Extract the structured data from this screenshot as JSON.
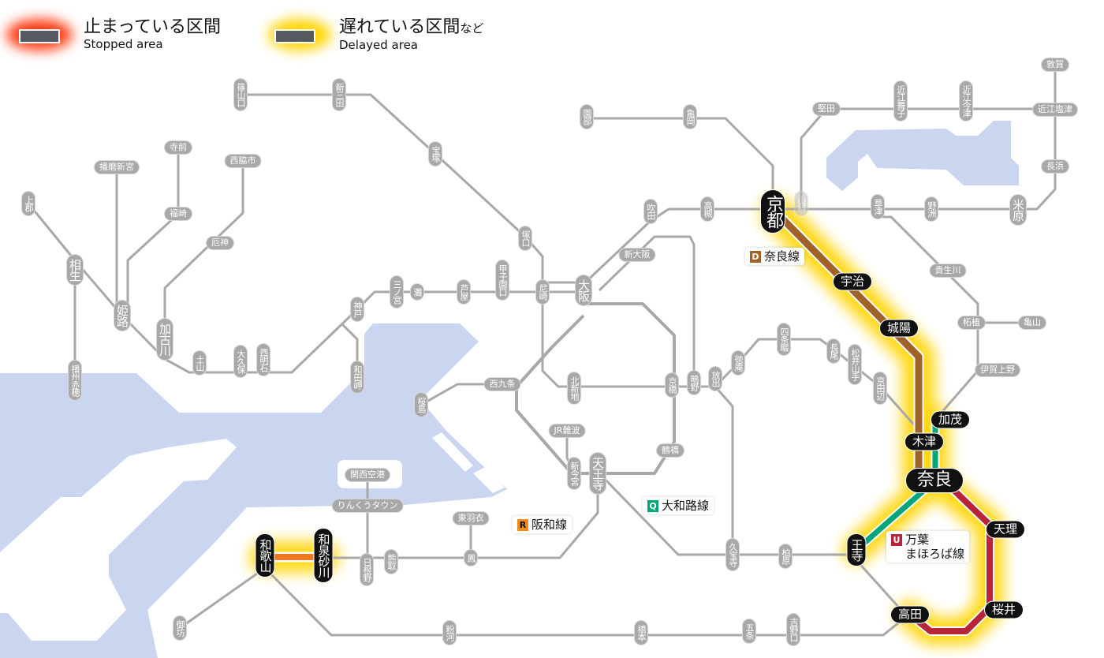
{
  "legend": {
    "stopped": {
      "jp": "止まっている区間",
      "en": "Stopped area",
      "color": "#ff3a10"
    },
    "delayed": {
      "jp": "遅れている区間",
      "jp_suffix": "など",
      "en": "Delayed area",
      "color": "#ffd400"
    }
  },
  "line_labels": [
    {
      "code": "D",
      "name": "奈良線",
      "color": "#a0622a"
    },
    {
      "code": "R",
      "name": "阪和線",
      "color": "#f08c1e"
    },
    {
      "code": "Q",
      "name": "大和路線",
      "color": "#00a57a"
    },
    {
      "code": "U",
      "name": "万葉",
      "name2": "まほろば線",
      "color": "#b8243a"
    }
  ],
  "stations": [
    {
      "id": "sasayamaguchi",
      "name": "篠山口"
    },
    {
      "id": "shinsanda",
      "name": "新三田"
    },
    {
      "id": "takarazuka",
      "name": "宝塚"
    },
    {
      "id": "tsukaguchi",
      "name": "塚口"
    },
    {
      "id": "amagasaki",
      "name": "尼崎"
    },
    {
      "id": "koshienguchi",
      "name": "甲子園口"
    },
    {
      "id": "ashiya",
      "name": "芦屋"
    },
    {
      "id": "nada",
      "name": "灘"
    },
    {
      "id": "sannomiya",
      "name": "三ノ宮"
    },
    {
      "id": "kobe",
      "name": "神戸"
    },
    {
      "id": "wadamisaki",
      "name": "和田岬"
    },
    {
      "id": "nishiakashi",
      "name": "西明石"
    },
    {
      "id": "okubo",
      "name": "大久保"
    },
    {
      "id": "tsuchiyama",
      "name": "土山"
    },
    {
      "id": "kakogawa",
      "name": "加古川"
    },
    {
      "id": "himeji",
      "name": "姫路"
    },
    {
      "id": "aioi",
      "name": "相生"
    },
    {
      "id": "kamigori",
      "name": "上郡"
    },
    {
      "id": "banshuako",
      "name": "播州赤穂"
    },
    {
      "id": "harimashingu",
      "name": "播磨新宮"
    },
    {
      "id": "teramae",
      "name": "寺前"
    },
    {
      "id": "fukusaki",
      "name": "福崎"
    },
    {
      "id": "nishiwakishi",
      "name": "西脇市"
    },
    {
      "id": "yakujin",
      "name": "厄神"
    },
    {
      "id": "sonobe",
      "name": "園部"
    },
    {
      "id": "kameoka",
      "name": "亀岡"
    },
    {
      "id": "suita",
      "name": "吹田"
    },
    {
      "id": "takatsuki",
      "name": "高槻"
    },
    {
      "id": "shinosaka",
      "name": "新大阪"
    },
    {
      "id": "osaka",
      "name": "大阪"
    },
    {
      "id": "kitashinchi",
      "name": "北新地"
    },
    {
      "id": "kyobashi",
      "name": "京橋"
    },
    {
      "id": "shigino",
      "name": "鴫野"
    },
    {
      "id": "hanaten",
      "name": "放出"
    },
    {
      "id": "tokuan",
      "name": "徳庵"
    },
    {
      "id": "shijonawate",
      "name": "四条畷"
    },
    {
      "id": "nagao",
      "name": "長尾"
    },
    {
      "id": "matsuiyamate",
      "name": "松井山手"
    },
    {
      "id": "kyotanabe",
      "name": "京田辺"
    },
    {
      "id": "nishikujo",
      "name": "西九条"
    },
    {
      "id": "sakurajima",
      "name": "桜島"
    },
    {
      "id": "jrnamba",
      "name": "JR難波"
    },
    {
      "id": "shinimamiya",
      "name": "新今宮"
    },
    {
      "id": "tennoji",
      "name": "天王寺"
    },
    {
      "id": "tsuruhashi",
      "name": "鶴橋"
    },
    {
      "id": "kansaiairport",
      "name": "関西空港"
    },
    {
      "id": "rinkutown",
      "name": "りんくうタウン"
    },
    {
      "id": "higashihagoromo",
      "name": "東羽衣"
    },
    {
      "id": "hineno",
      "name": "日根野"
    },
    {
      "id": "kumatori",
      "name": "熊取"
    },
    {
      "id": "otori",
      "name": "鳳"
    },
    {
      "id": "kyuhoji",
      "name": "久宝寺"
    },
    {
      "id": "kashiwara",
      "name": "柏原"
    },
    {
      "id": "kokawa",
      "name": "粉河"
    },
    {
      "id": "hashimoto",
      "name": "橋本"
    },
    {
      "id": "gojo",
      "name": "五条"
    },
    {
      "id": "yoshinoguchi",
      "name": "吉野口"
    },
    {
      "id": "gobo",
      "name": "御坊"
    },
    {
      "id": "katata",
      "name": "堅田"
    },
    {
      "id": "omimaiko",
      "name": "近江舞子"
    },
    {
      "id": "omiimazu",
      "name": "近江今津"
    },
    {
      "id": "tsuruga",
      "name": "敦賀"
    },
    {
      "id": "omishiotsu",
      "name": "近江塩津"
    },
    {
      "id": "nagahama",
      "name": "長浜"
    },
    {
      "id": "maibara",
      "name": "米原"
    },
    {
      "id": "yasu",
      "name": "野洲"
    },
    {
      "id": "kusatsu",
      "name": "草津"
    },
    {
      "id": "yamashina",
      "name": "山科"
    },
    {
      "id": "kibukawa",
      "name": "貴生川"
    },
    {
      "id": "tsuge",
      "name": "柘植"
    },
    {
      "id": "kameyama",
      "name": "亀山"
    },
    {
      "id": "igaueno",
      "name": "伊賀上野"
    },
    {
      "id": "kyoto",
      "name": "京都",
      "affected": true
    },
    {
      "id": "uji",
      "name": "宇治",
      "affected": true
    },
    {
      "id": "joyo",
      "name": "城陽",
      "affected": true
    },
    {
      "id": "kamo",
      "name": "加茂",
      "affected": true
    },
    {
      "id": "kizu",
      "name": "木津",
      "affected": true
    },
    {
      "id": "nara",
      "name": "奈良",
      "affected": true
    },
    {
      "id": "oji",
      "name": "王寺",
      "affected": true
    },
    {
      "id": "tenri",
      "name": "天理",
      "affected": true
    },
    {
      "id": "sakurai",
      "name": "桜井",
      "affected": true
    },
    {
      "id": "takada",
      "name": "高田",
      "affected": true
    },
    {
      "id": "wakayama",
      "name": "和歌山",
      "affected": true
    },
    {
      "id": "izumisunagawa",
      "name": "和泉砂川",
      "affected": true
    }
  ],
  "colors": {
    "water": "#cad6ef",
    "line": "#a8a8a8",
    "nara_line": "#a0622a",
    "yamatoji": "#00a57a",
    "manyo": "#b8243a",
    "hanwa": "#f07820",
    "delay_glow": "#ffd400"
  }
}
